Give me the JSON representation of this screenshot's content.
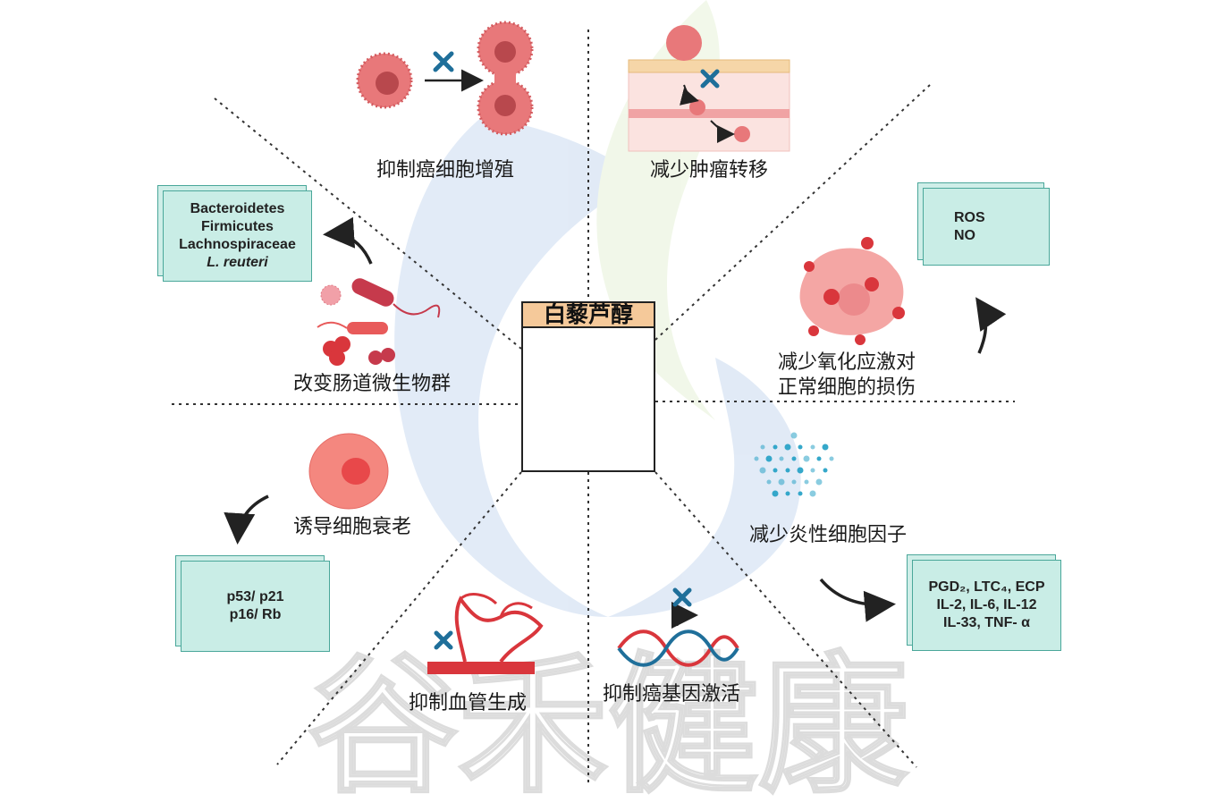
{
  "center": {
    "title": "白藜芦醇"
  },
  "effects": {
    "proliferation": "抑制癌细胞增殖",
    "metastasis": "减少肿瘤转移",
    "oxidative_line1": "减少氧化应激对",
    "oxidative_line2": "正常细胞的损伤",
    "inflammatory": "减少炎性细胞因子",
    "gene": "抑制癌基因激活",
    "angiogenesis": "抑制血管生成",
    "senescence": "诱导细胞衰老",
    "microbiota": "改变肠道微生物群"
  },
  "boxes": {
    "microbiota": [
      "Bacteroidetes",
      "Firmicutes",
      "Lachnospiraceae",
      "L. reuteri"
    ],
    "ros": [
      "ROS",
      "NO"
    ],
    "senescence": [
      "p53/ p21",
      "p16/ Rb"
    ],
    "cytokines": [
      "PGD₂, LTC₄, ECP",
      "IL-2, IL-6, IL-12",
      "IL-33, TNF- α"
    ]
  },
  "watermark": "谷禾健康",
  "colors": {
    "box_fill": "#c9ede6",
    "box_border": "#4aa79a",
    "cell": "#e8787a",
    "inhibit_x": "#1f6f9a",
    "down_arrow": "#e0202a",
    "title_fill": "#f5c99a"
  },
  "icons": [
    "inhibit-x-icon",
    "down-arrow-icon",
    "curved-arrow-icon"
  ]
}
